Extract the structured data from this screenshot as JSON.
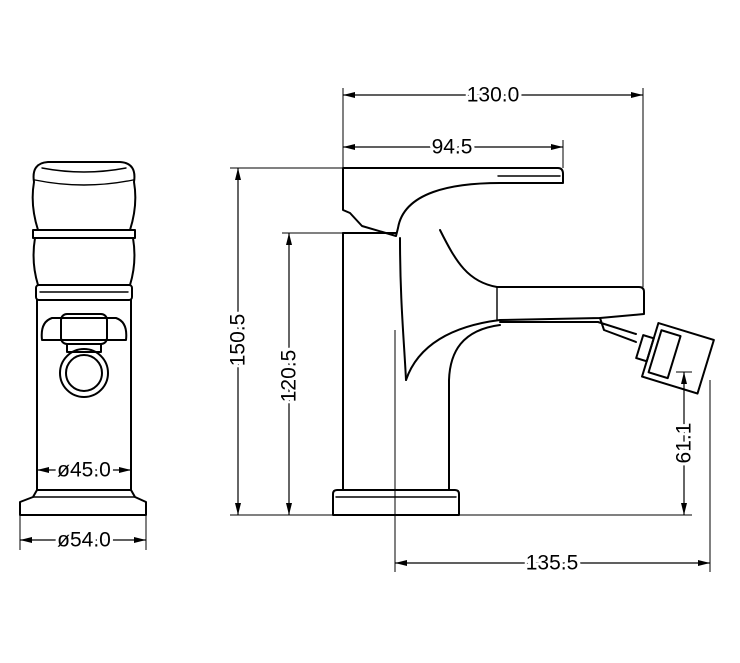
{
  "dimensions": {
    "overall_length": "130.0",
    "lever_length": "94.5",
    "total_height": "150.5",
    "spout_height": "120.5",
    "nozzle_height": "61.1",
    "projection": "135.5",
    "body_diameter": "ø45.0",
    "base_diameter": "ø54.0"
  },
  "colors": {
    "line": "#000000",
    "background": "#ffffff"
  }
}
